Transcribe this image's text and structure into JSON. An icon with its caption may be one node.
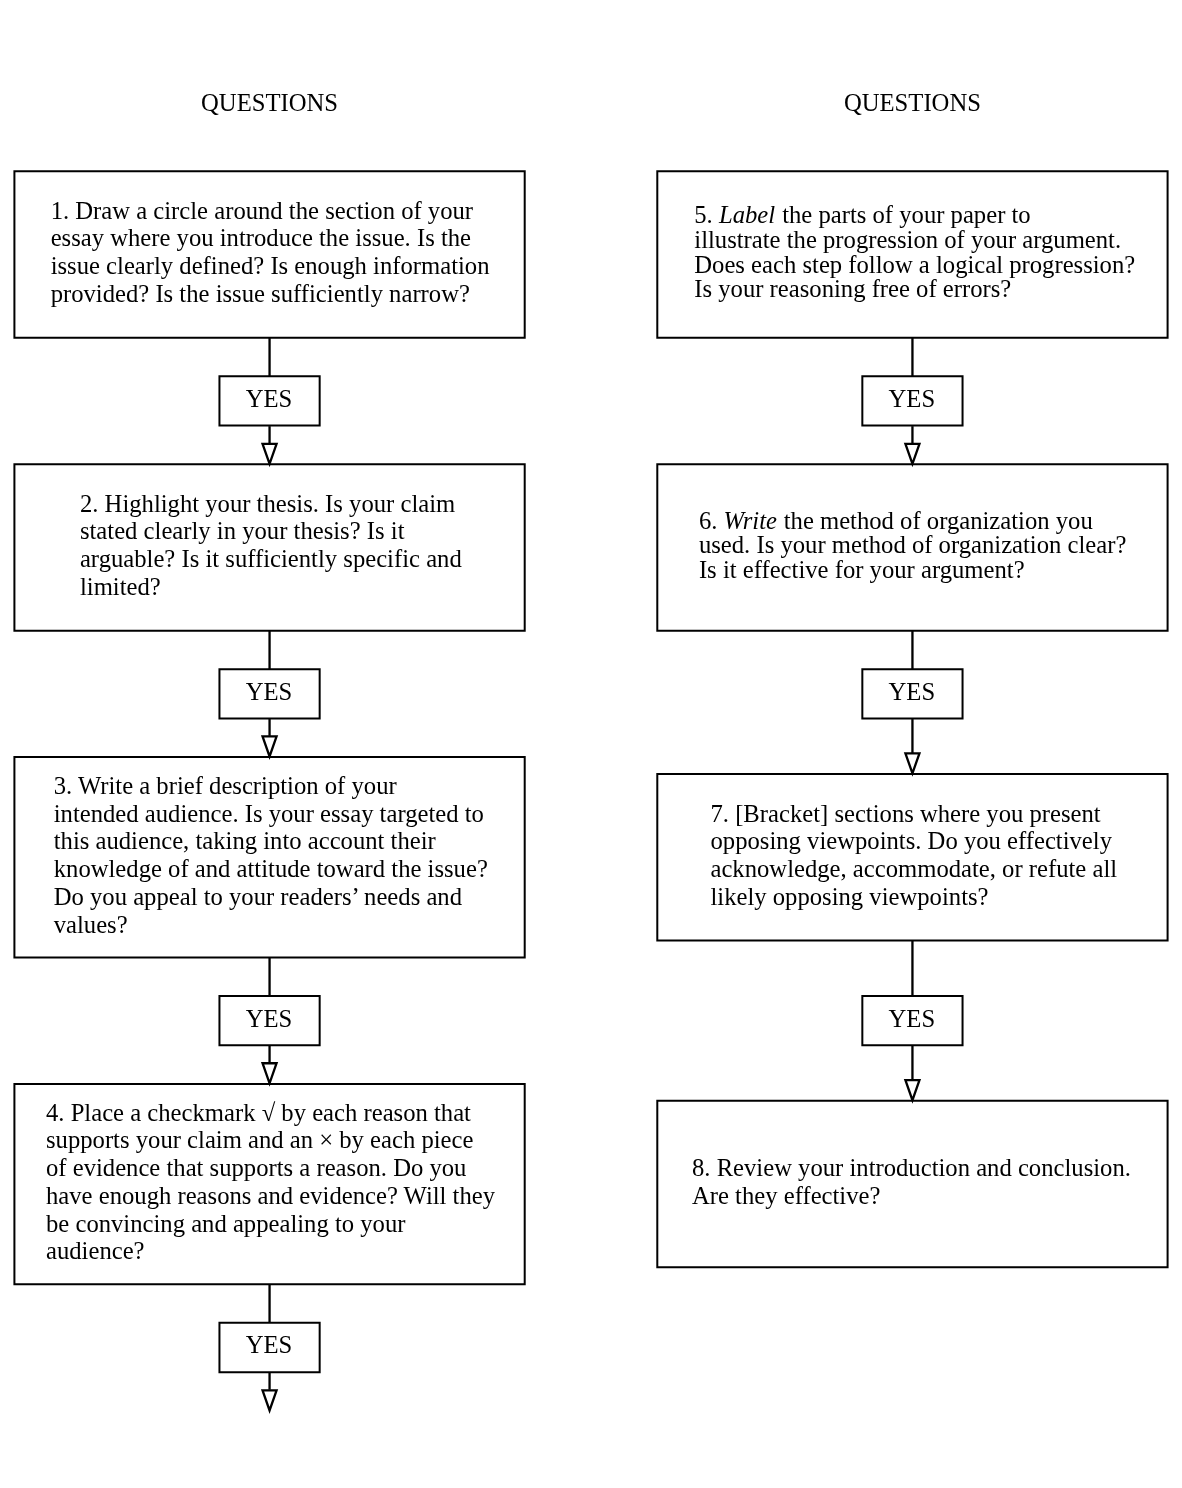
{
  "diagram": {
    "nodes": [
      {
        "text": [
          "1. Draw a circle around the section of your essay where you introduce the issue. Is the issue clearly defined? Is enough information provided? Is the issue sufficiently narrow?"
        ]
      },
      {
        "text": [
          "YES"
        ]
      },
      {
        "text": [
          "2. Highlight your thesis. Is your claim stated clearly in your thesis? Is it arguable? Is it sufficiently specific and limited?"
        ]
      },
      {
        "text": [
          "YES"
        ]
      },
      {
        "text": [
          "3. Write a brief description of your intended audience. Is your essay targeted to this audience, taking into account their knowledge of and attitude toward the issue? Do you appeal to your readers’ needs and values?"
        ]
      },
      {
        "text": [
          "YES"
        ]
      },
      {
        "text": [
          "4. Place a checkmark √ by each reason that supports your claim and an × by each piece of evidence that supports a reason. Do you have enough reasons and evidence? Will they be convincing and appealing to your audience?"
        ]
      },
      {
        "text": [
          "YES"
        ]
      },
      {
        "text": [
          "5. *Label* the parts of your paper to illustrate the progression of your argument. Does each step follow a logical progression? Is your reasoning free of errors?"
        ]
      },
      {
        "text": [
          "YES"
        ]
      },
      {
        "text": [
          "6. *Write* the method of organization you used. Is your method of organization clear? Is it effective for your argument?"
        ]
      },
      {
        "text": [
          "YES"
        ]
      },
      {
        "text": [
          "7. [Bracket] sections where you present opposing viewpoints. Do you effectively acknowledge, accommodate, or refute all likely opposing viewpoints?"
        ]
      },
      {
        "text": [
          "YES"
        ]
      },
      {
        "text": [
          "8. Review your introduction and conclusion. Are they effective?"
        ]
      }
    ],
    "edges": [
      {
        "from": 0,
        "to": 1,
        "arrow": "none"
      },
      {
        "from": 1,
        "to": 2,
        "arrow": "to"
      },
      {
        "from": 2,
        "to": 3,
        "arrow": "none"
      },
      {
        "from": 3,
        "to": 4,
        "arrow": "to"
      },
      {
        "from": 4,
        "to": 5,
        "arrow": "none"
      },
      {
        "from": 5,
        "to": 6,
        "arrow": "to"
      },
      {
        "from": 6,
        "to": 7,
        "arrow": "none"
      },
      {
        "from": 7,
        "to": null,
        "arrow": "to"
      },
      {
        "from": 8,
        "to": 9,
        "arrow": "none"
      },
      {
        "from": 9,
        "to": 10,
        "arrow": "to"
      },
      {
        "from": 10,
        "to": 11,
        "arrow": "none"
      },
      {
        "from": 11,
        "to": 12,
        "arrow": "to"
      },
      {
        "from": 12,
        "to": 13,
        "arrow": "none"
      },
      {
        "from": 13,
        "to": 14,
        "arrow": "to"
      }
    ],
    "labels": [
      "QUESTIONS",
      "QUESTIONS"
    ]
  }
}
